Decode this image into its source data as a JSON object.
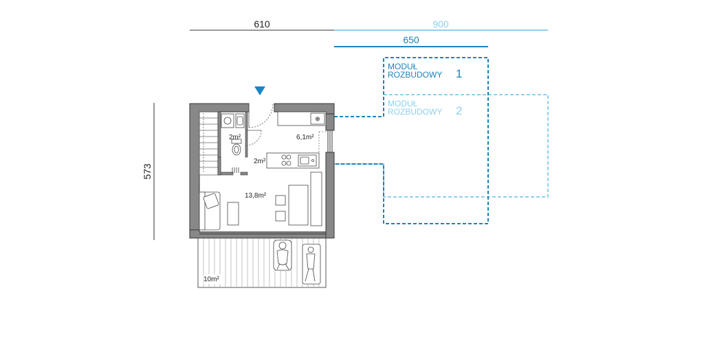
{
  "dimensions": {
    "base_width": "610",
    "ext2_width": "900",
    "ext1_width": "650",
    "height": "573"
  },
  "rooms": {
    "bathroom": "2m²",
    "kitchen": "6,1m²",
    "hall": "2m²",
    "living": "13,8m²",
    "terrace": "10m²"
  },
  "modules": {
    "m1_line1": "MODUŁ",
    "m1_line2": "ROZBUDOWY",
    "m1_number": "1",
    "m2_line1": "MODUŁ",
    "m2_line2": "ROZBUDOWY",
    "m2_number": "2"
  },
  "colors": {
    "wall": "#888888",
    "line": "#333333",
    "module1": "#1c82b8",
    "module2": "#8fd0ec",
    "entrance_marker": "#1a86c7"
  },
  "icons": {
    "entrance": "triangle-down-icon"
  }
}
